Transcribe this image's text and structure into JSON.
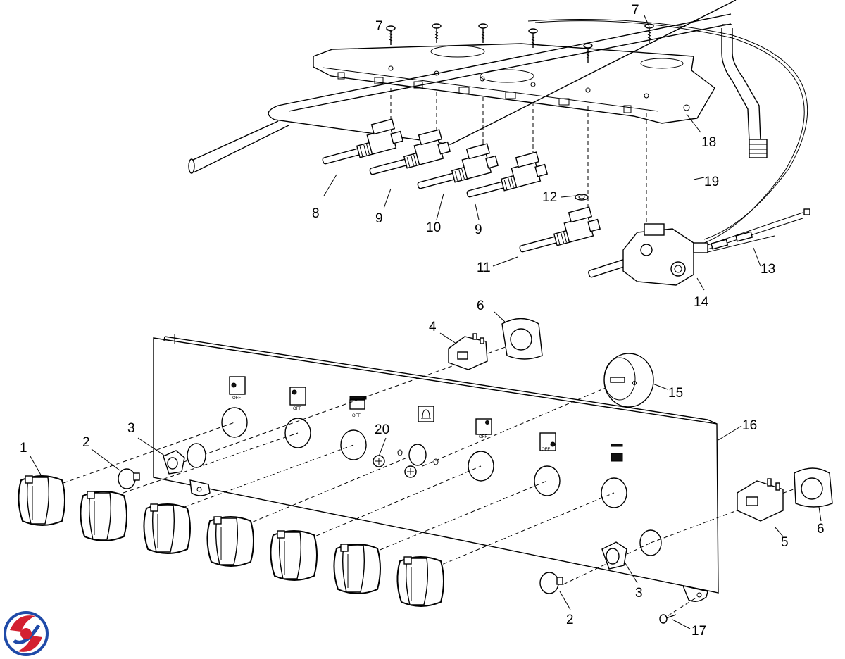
{
  "callouts": [
    {
      "id": "c1",
      "text": "1"
    },
    {
      "id": "c2a",
      "text": "2"
    },
    {
      "id": "c2b",
      "text": "2"
    },
    {
      "id": "c3a",
      "text": "3"
    },
    {
      "id": "c3b",
      "text": "3"
    },
    {
      "id": "c4",
      "text": "4"
    },
    {
      "id": "c5",
      "text": "5"
    },
    {
      "id": "c6a",
      "text": "6"
    },
    {
      "id": "c6b",
      "text": "6"
    },
    {
      "id": "c7a",
      "text": "7"
    },
    {
      "id": "c7b",
      "text": "7"
    },
    {
      "id": "c8",
      "text": "8"
    },
    {
      "id": "c9a",
      "text": "9"
    },
    {
      "id": "c9b",
      "text": "9"
    },
    {
      "id": "c10",
      "text": "10"
    },
    {
      "id": "c11",
      "text": "11"
    },
    {
      "id": "c12",
      "text": "12"
    },
    {
      "id": "c13",
      "text": "13"
    },
    {
      "id": "c14",
      "text": "14"
    },
    {
      "id": "c15",
      "text": "15"
    },
    {
      "id": "c16",
      "text": "16"
    },
    {
      "id": "c17",
      "text": "17"
    },
    {
      "id": "c18",
      "text": "18"
    },
    {
      "id": "c19",
      "text": "19"
    },
    {
      "id": "c20",
      "text": "20"
    }
  ],
  "panel_symbols": {
    "off1": "OFF",
    "off2": "OFF",
    "off3": "OFF",
    "off4": "OFF",
    "off5": "OFF"
  },
  "colors": {
    "logo_red": "#d32030",
    "logo_blue": "#1f4aa8"
  }
}
